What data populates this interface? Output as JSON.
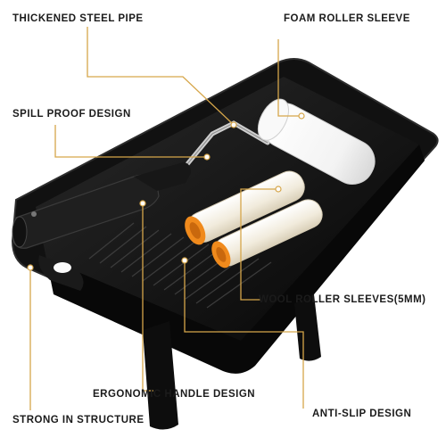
{
  "labels": {
    "thickened_steel_pipe": "THICKENED STEEL PIPE",
    "foam_roller_sleeve": "FOAM ROLLER SLEEVE",
    "spill_proof_design": "SPILL PROOF DESIGN",
    "wool_roller_sleeves": "WOOL ROLLER SLEEVES(5MM)",
    "ergonomic_handle_design": "ERGONOMIC HANDLE DESIGN",
    "strong_in_structure": "STRONG IN STRUCTURE",
    "anti_slip_design": "ANTI-SLIP DESIGN"
  },
  "colors": {
    "callout_line": "#d6a64a",
    "tray": "#0f0f0f",
    "roller_sleeve": "#f4efe3",
    "roller_core": "#f08a1c",
    "handle": "#1e1e1e",
    "steel": "#c9c9c9"
  }
}
